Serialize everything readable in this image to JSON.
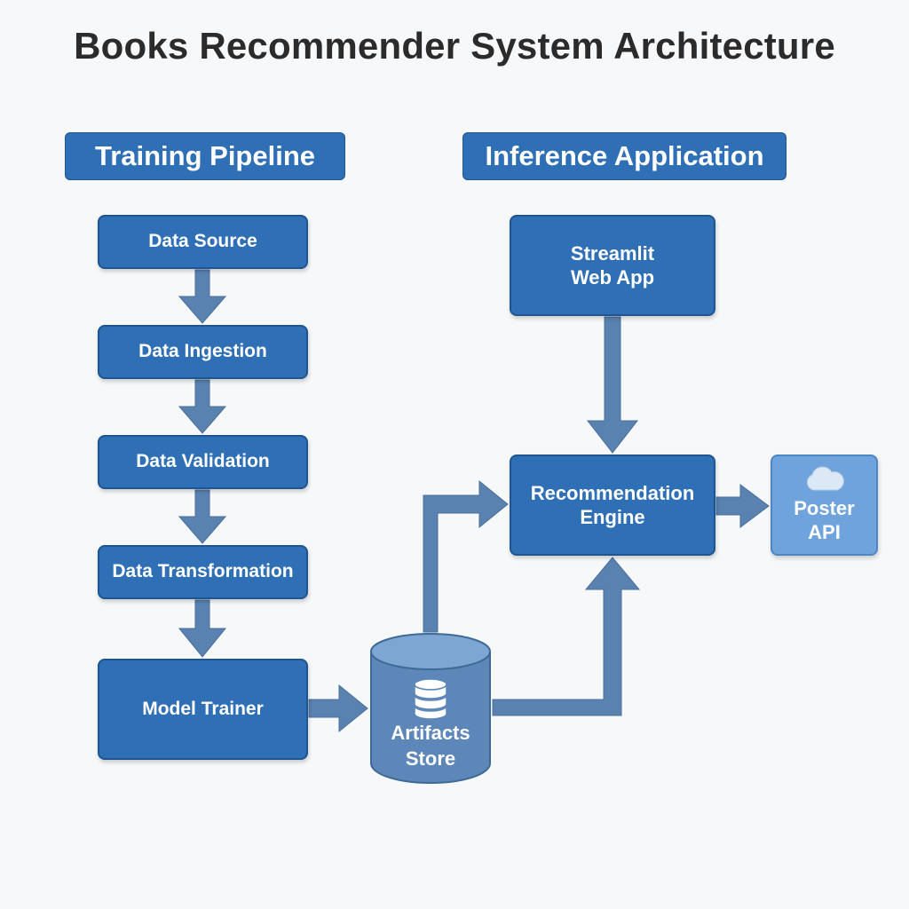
{
  "title": "Books Recommender System Architecture",
  "sections": {
    "training": "Training Pipeline",
    "inference": "Inference Application"
  },
  "training_steps": {
    "data_source": "Data Source",
    "data_ingestion": "Data Ingestion",
    "data_validation": "Data Validation",
    "data_transformation": "Data Transformation",
    "model_trainer": "Model Trainer"
  },
  "artifacts_store": {
    "line1": "Artifacts",
    "line2": "Store",
    "icon": "database-icon"
  },
  "inference_nodes": {
    "streamlit_line1": "Streamlit",
    "streamlit_line2": "Web App",
    "engine_line1": "Recommendation",
    "engine_line2": "Engine",
    "poster_line1": "Poster",
    "poster_line2": "API",
    "poster_icon": "cloud-icon"
  },
  "colors": {
    "box_fill": "#2f6fb5",
    "box_border": "#1f5591",
    "arrow": "#5a82b0",
    "poster_fill": "#6fa3dc",
    "cylinder": "#5c87b8",
    "title": "#2b2b2b"
  }
}
